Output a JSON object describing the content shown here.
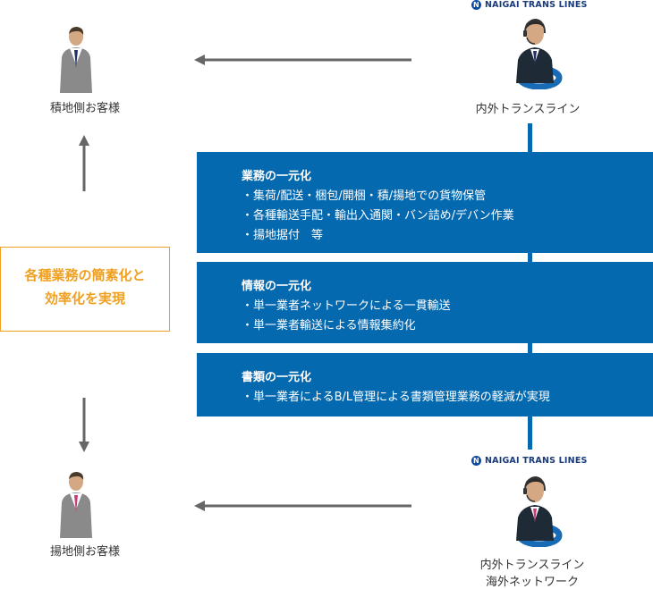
{
  "logo_top": {
    "mark": "N",
    "text": "NAIGAI TRANS LINES"
  },
  "logo_bottom": {
    "mark": "N",
    "text": "NAIGAI TRANS LINES"
  },
  "customer_top_label": "積地側お客様",
  "customer_bottom_label": "揚地側お客様",
  "operator_top_label": "内外トランスライン",
  "operator_bottom_label_1": "内外トランスライン",
  "operator_bottom_label_2": "海外ネットワーク",
  "benefit": {
    "line1": "各種業務の簡素化と",
    "line2": "効率化を実現"
  },
  "panels": [
    {
      "title": "業務の一元化",
      "items": [
        "・集荷/配送・梱包/開梱・積/揚地での貨物保管",
        "・各種輸送手配・輸出入通関・バン詰め/デバン作業",
        "・揚地据付　等"
      ]
    },
    {
      "title": "情報の一元化",
      "items": [
        "・単一業者ネットワークによる一貫輸送",
        "・単一業者輸送による情報集約化"
      ]
    },
    {
      "title": "書類の一元化",
      "items": [
        "・単一業者によるB/L管理による書類管理業務の軽減が実現"
      ]
    }
  ],
  "colors": {
    "panel_blue": "#0569b0",
    "arrow_gray": "#666666",
    "accent_orange": "#f0a020",
    "logo_navy": "#1a3a7a"
  }
}
